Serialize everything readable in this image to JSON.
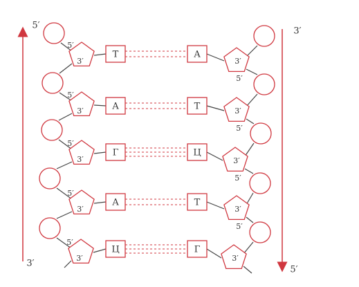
{
  "colors": {
    "strand": "#d0373f",
    "shape_stroke": "#d0373f",
    "label_text": "#333333"
  },
  "strands": {
    "left": {
      "top_label": "5′",
      "bottom_label": "3′"
    },
    "right": {
      "top_label": "3′",
      "bottom_label": "5′"
    }
  },
  "rows": [
    {
      "left_base": "Т",
      "right_base": "А",
      "hbonds": 2,
      "left_sugar_top": "5′",
      "left_sugar_bottom": "3′",
      "right_sugar_top": "3′",
      "right_sugar_bottom": "5′"
    },
    {
      "left_base": "А",
      "right_base": "Т",
      "hbonds": 2,
      "left_sugar_top": "5′",
      "left_sugar_bottom": "3′",
      "right_sugar_top": "3′",
      "right_sugar_bottom": "5′"
    },
    {
      "left_base": "Г",
      "right_base": "Ц",
      "hbonds": 3,
      "left_sugar_top": "5′",
      "left_sugar_bottom": "3′",
      "right_sugar_top": "3′",
      "right_sugar_bottom": "5′"
    },
    {
      "left_base": "А",
      "right_base": "Т",
      "hbonds": 2,
      "left_sugar_top": "5′",
      "left_sugar_bottom": "3′",
      "right_sugar_top": "3′",
      "right_sugar_bottom": "5′"
    },
    {
      "left_base": "Ц",
      "right_base": "Г",
      "hbonds": 3,
      "left_sugar_top": "5′",
      "left_sugar_bottom": "3′",
      "right_sugar_top": "3′",
      "right_sugar_bottom": ""
    }
  ]
}
